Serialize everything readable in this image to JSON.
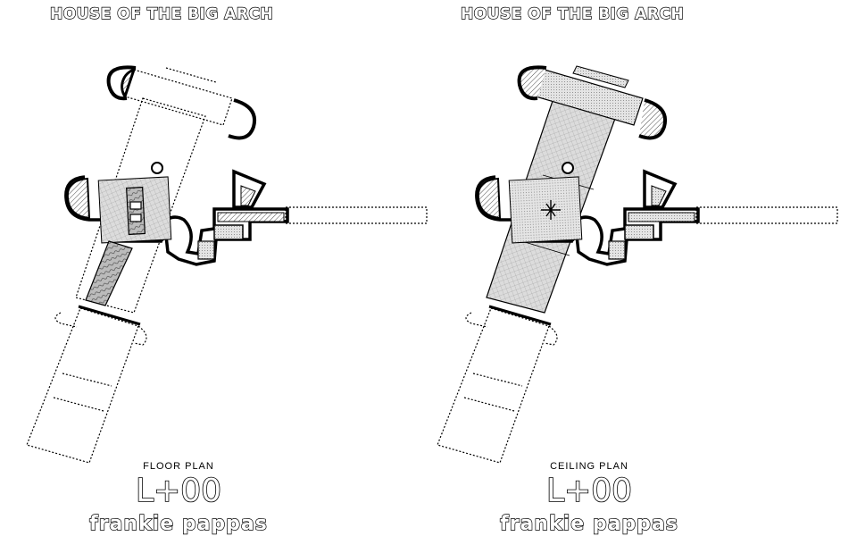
{
  "sheets": {
    "floor": {
      "title": "HOUSE OF THE BIG ARCH",
      "plan_type": "FLOOR PLAN",
      "level": "L+00",
      "author": "frankie pappas"
    },
    "ceiling": {
      "title": "HOUSE OF THE BIG ARCH",
      "plan_type": "CEILING PLAN",
      "level": "L+00",
      "author": "frankie pappas"
    }
  },
  "colors": {
    "ink": "#000000",
    "paper": "#ffffff",
    "ceiling_fill": "#d6d6d6",
    "pattern_fill": "#9a9a9a"
  }
}
